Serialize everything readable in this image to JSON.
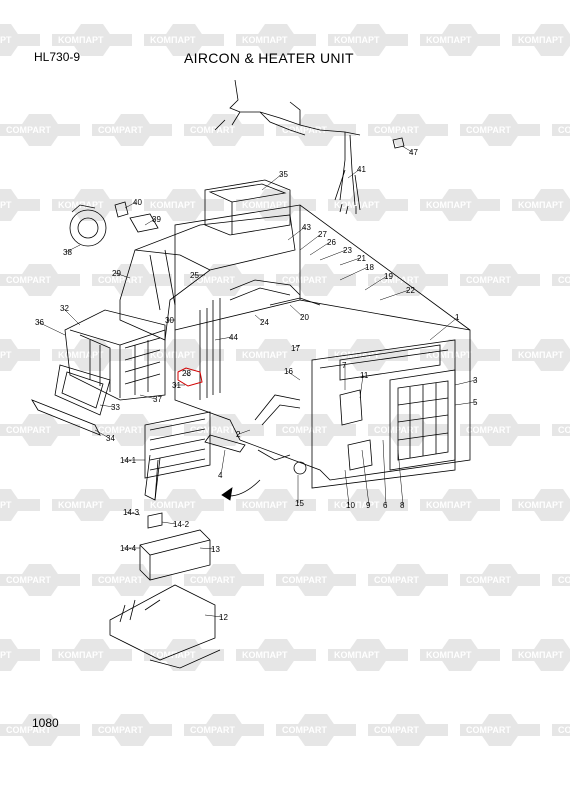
{
  "header": {
    "model": "HL730-9",
    "title": "AIRCON & HEATER UNIT"
  },
  "footer": {
    "page_number": "1080"
  },
  "watermark": {
    "texts": [
      "KOMПAPT",
      "COMPART"
    ],
    "color": "#e6e6e6"
  },
  "callouts": {
    "c1": "1",
    "c2": "2",
    "c3": "3",
    "c4": "4",
    "c5": "5",
    "c6": "6",
    "c7": "7",
    "c8": "8",
    "c9": "9",
    "c10": "10",
    "c11": "11",
    "c12": "12",
    "c13": "13",
    "c14_1": "14-1",
    "c14_2": "14-2",
    "c14_3": "14-3",
    "c14_4": "14-4",
    "c15": "15",
    "c16": "16",
    "c17": "17",
    "c18": "18",
    "c19": "19",
    "c20": "20",
    "c21": "21",
    "c22": "22",
    "c23": "23",
    "c24": "24",
    "c25": "25",
    "c26": "26",
    "c27": "27",
    "c28": "28",
    "c29": "29",
    "c30": "30",
    "c31": "31",
    "c32": "32",
    "c33": "33",
    "c34": "34",
    "c35": "35",
    "c36": "36",
    "c37": "37",
    "c38": "38",
    "c39": "39",
    "c40": "40",
    "c41": "41",
    "c43": "43",
    "c44": "44",
    "c47": "47"
  }
}
